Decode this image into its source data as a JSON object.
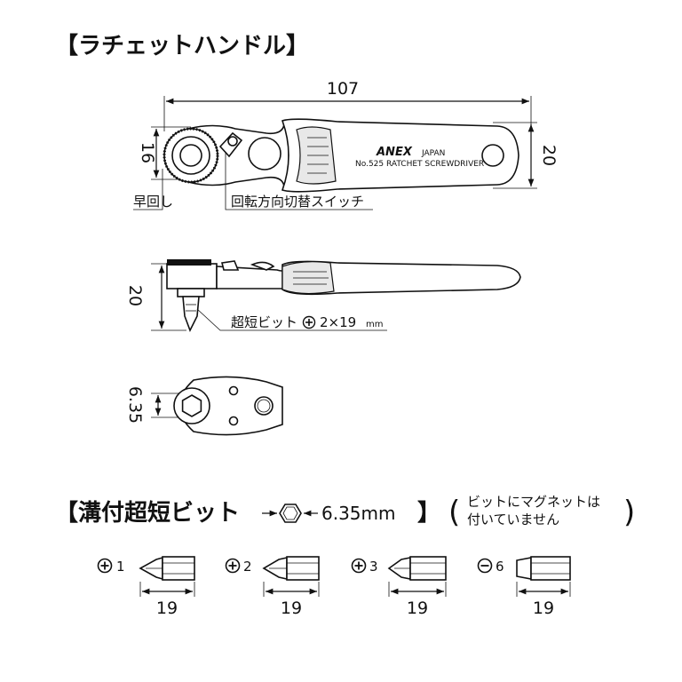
{
  "header": {
    "title": "【ラチェットハンドル】"
  },
  "top_view": {
    "length_dim": "107",
    "head_width_dim": "16",
    "handle_width_dim": "20",
    "brand": "ANEX",
    "origin": "JAPAN",
    "model_text": "No.525  RATCHET SCREWDRIVER",
    "label_quick_turn": "早回し",
    "label_direction_switch": "回転方向切替スイッチ"
  },
  "side_view": {
    "height_dim": "20",
    "bit_label": "超短ビット",
    "bit_spec": "2×19",
    "bit_unit": "mm"
  },
  "bottom_view": {
    "socket_dim": "6.35"
  },
  "bits_section": {
    "title": "【溝付超短ビット",
    "hex_size": "6.35mm",
    "close_bracket": "】",
    "note_line1": "ビットにマグネットは",
    "note_line2": "付いていません",
    "bits": [
      {
        "label": "1",
        "type": "phillips",
        "length": "19"
      },
      {
        "label": "2",
        "type": "phillips",
        "length": "19"
      },
      {
        "label": "3",
        "type": "phillips",
        "length": "19"
      },
      {
        "label": "6",
        "type": "slotted",
        "length": "19"
      }
    ]
  }
}
